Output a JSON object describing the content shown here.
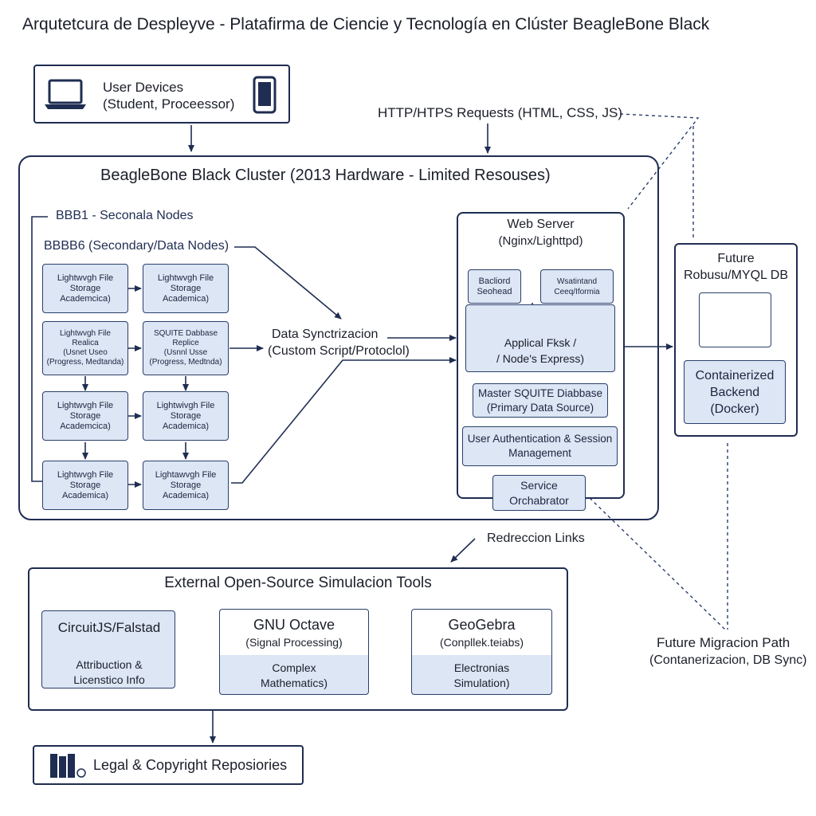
{
  "title": "Arqutetcura de Despleyve - Platafirma de Ciencie y Tecnología en Clúster BeagleBone Black",
  "user_devices": {
    "title": "User Devices",
    "subtitle": "(Student, Proceessor)"
  },
  "http_label": "HTTP/HTPS Requests (HTML,  CSS, JS)",
  "cluster": {
    "title": "BeagleBone Black Cluster (2013 Hardware - Limited Resouses)",
    "bbb1_label": "BBB1 - Seconala Nodes",
    "bbb6_label": "BBBB6 (Secondary/Data Nodes)",
    "nodes": [
      {
        "lines": [
          "Lightwvgh File",
          "Storage",
          "Academcica)"
        ]
      },
      {
        "lines": [
          "Lightwvgh File",
          "Storage",
          "Academica)"
        ]
      },
      {
        "lines": [
          "Lightwvgh File",
          "Realica",
          "(Usnet Useo",
          "(Progress, Medtanda)"
        ]
      },
      {
        "lines": [
          "SQUITE Dabbase",
          "Replice",
          "(Usnnl Usse",
          "(Progress, Medtnda)"
        ]
      },
      {
        "lines": [
          "Lightwvgh File",
          "Storage",
          "Academcica)"
        ]
      },
      {
        "lines": [
          "Lightwivgh File",
          "Storage",
          "Academica)"
        ]
      },
      {
        "lines": [
          "Lightwvgh File",
          "Storage",
          "Academica)"
        ]
      },
      {
        "lines": [
          "Lightawvgh File",
          "Storage",
          "Academica)"
        ]
      }
    ],
    "sync_title": "Data Synctrizacion",
    "sync_subtitle": "(Custom Script/Protoclol)"
  },
  "web_server": {
    "title": "Web Server",
    "subtitle": "(Nginx/Lighttpd)",
    "box_left": [
      "Bacliord",
      "Seohead"
    ],
    "box_right": [
      "Wsatintand",
      "Ceeq/Iformia"
    ],
    "app_lines": [
      "Applical Fksk /",
      "/ Node's Express)"
    ],
    "db_lines": [
      "Master SQUITE Diabbase",
      "(Primary Data Source)"
    ],
    "auth_lines": [
      "User Authentication & Session",
      "Management"
    ],
    "orch_lines": [
      "Service",
      "Orchabrator"
    ]
  },
  "future_db": {
    "title": "Future",
    "subtitle": "Robusu/MYQL DB",
    "container_lines": [
      "Containerized",
      "Backend",
      "(Docker)"
    ]
  },
  "redirect_label": "Redreccion Links",
  "future_path": {
    "title": "Future Migracion Path",
    "subtitle": "(Contanerizacion, DB Sync)"
  },
  "external": {
    "title": "External Open-Source Simulacion Tools",
    "tools": [
      {
        "name": "CircuitJS/Falstad",
        "sub": "",
        "lines": [
          "Attribuction &",
          "Licenstico Info"
        ]
      },
      {
        "name": "GNU Octave",
        "sub": "(Signal Processing)",
        "lines": [
          "Complex",
          "Mathematics)"
        ]
      },
      {
        "name": "GeoGebra",
        "sub": "(Conpllek.teiabs)",
        "lines": [
          "Electronias",
          "Simulation)"
        ]
      }
    ]
  },
  "legal": {
    "label": "Legal & Copyright Reposiories"
  }
}
